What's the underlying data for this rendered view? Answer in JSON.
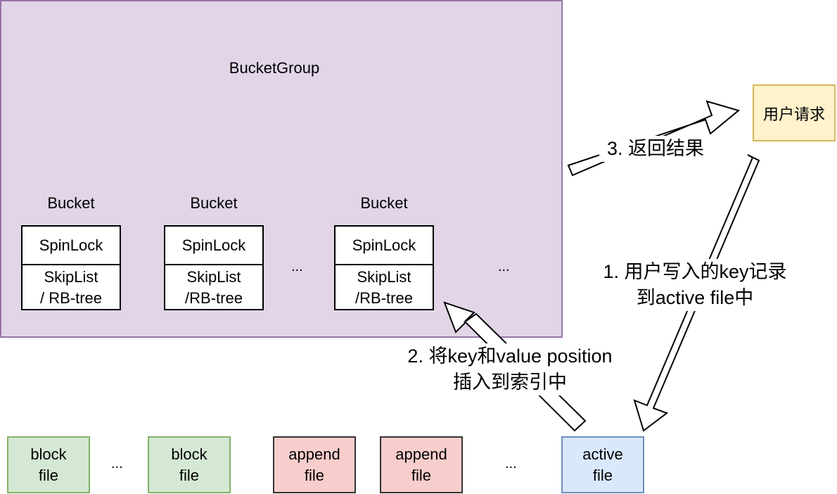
{
  "group": {
    "title": "BucketGroup"
  },
  "buckets": [
    {
      "label": "Bucket",
      "lock": "SpinLock",
      "list_line1": "SkipList",
      "list_line2": "/ RB-tree"
    },
    {
      "label": "Bucket",
      "lock": "SpinLock",
      "list_line1": "SkipList",
      "list_line2": "/RB-tree"
    },
    {
      "label": "Bucket",
      "lock": "SpinLock",
      "list_line1": "SkipList",
      "list_line2": "/RB-tree"
    }
  ],
  "ellipsis": "...",
  "files": [
    {
      "line1": "block",
      "line2": "file"
    },
    {
      "line1": "block",
      "line2": "file"
    },
    {
      "line1": "append",
      "line2": "file"
    },
    {
      "line1": "append",
      "line2": "file"
    },
    {
      "line1": "active",
      "line2": "file"
    }
  ],
  "request": {
    "label": "用户请求"
  },
  "steps": {
    "step1_line1": "1. 用户写入的key记录",
    "step1_line2": "到active file中",
    "step2_line1": "2. 将key和value position",
    "step2_line2": "插入到索引中",
    "step3": "3. 返回结果"
  },
  "colors": {
    "group_fill": "#e1d5e7",
    "group_border": "#9673a6",
    "block_fill": "#d5e8d4",
    "append_fill": "#f8cecc",
    "active_fill": "#dae8fc",
    "request_fill": "#fff2cc"
  }
}
